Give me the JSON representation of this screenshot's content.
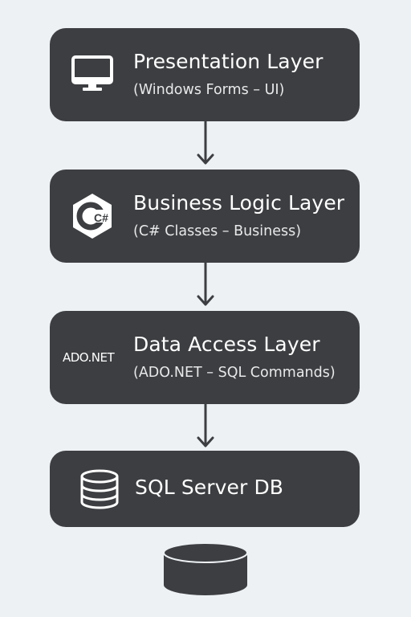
{
  "layers": [
    {
      "title": "Presentation Layer",
      "subtitle": "(Windows Forms – UI)",
      "icon": "monitor-icon"
    },
    {
      "title": "Business Logic Layer",
      "subtitle": "(C# Classes – Business)",
      "icon": "csharp-icon",
      "icon_text": "C#"
    },
    {
      "title": "Data Access Layer",
      "subtitle": "(ADO.NET – SQL Commands)",
      "icon": "ado-net-icon",
      "icon_text": "ADO.NET"
    },
    {
      "title": "SQL Server DB",
      "icon": "database-icon"
    }
  ],
  "colors": {
    "background": "#eef1f4",
    "box": "#3c3e41",
    "text": "#ffffff",
    "arrow": "#3c3e41"
  }
}
